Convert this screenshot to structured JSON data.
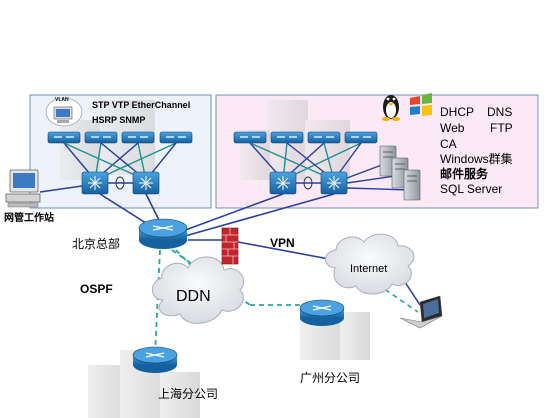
{
  "left_panel": {
    "badge": "VLAN",
    "features": [
      "STP  VTP EtherChannel",
      "HSRP SNMP"
    ]
  },
  "right_panel": {
    "services_col1": [
      "DHCP",
      "Web",
      "CA",
      "Windows群集",
      "邮件服务",
      "SQL Server"
    ],
    "services_col2": [
      "DNS",
      "FTP"
    ]
  },
  "labels": {
    "mgmt_station": "网管工作站",
    "beijing_hq": "北京总部",
    "vpn": "VPN",
    "internet": "Internet",
    "ospf": "OSPF",
    "ddn": "DDN",
    "shanghai": "上海分公司",
    "guangzhou": "广州分公司"
  },
  "colors": {
    "left_panel_bg": "#eef3fb",
    "right_panel_bg": "#fbe9f5",
    "panel_border": "#6f8fb8",
    "device_blue": "#1b6fb4",
    "link_blue": "#2a3f9e",
    "link_teal": "#1e8f8f",
    "dash_teal": "#2aa4a4",
    "firewall_red": "#c0262c",
    "cloud_gray": "#e6e8ec"
  }
}
